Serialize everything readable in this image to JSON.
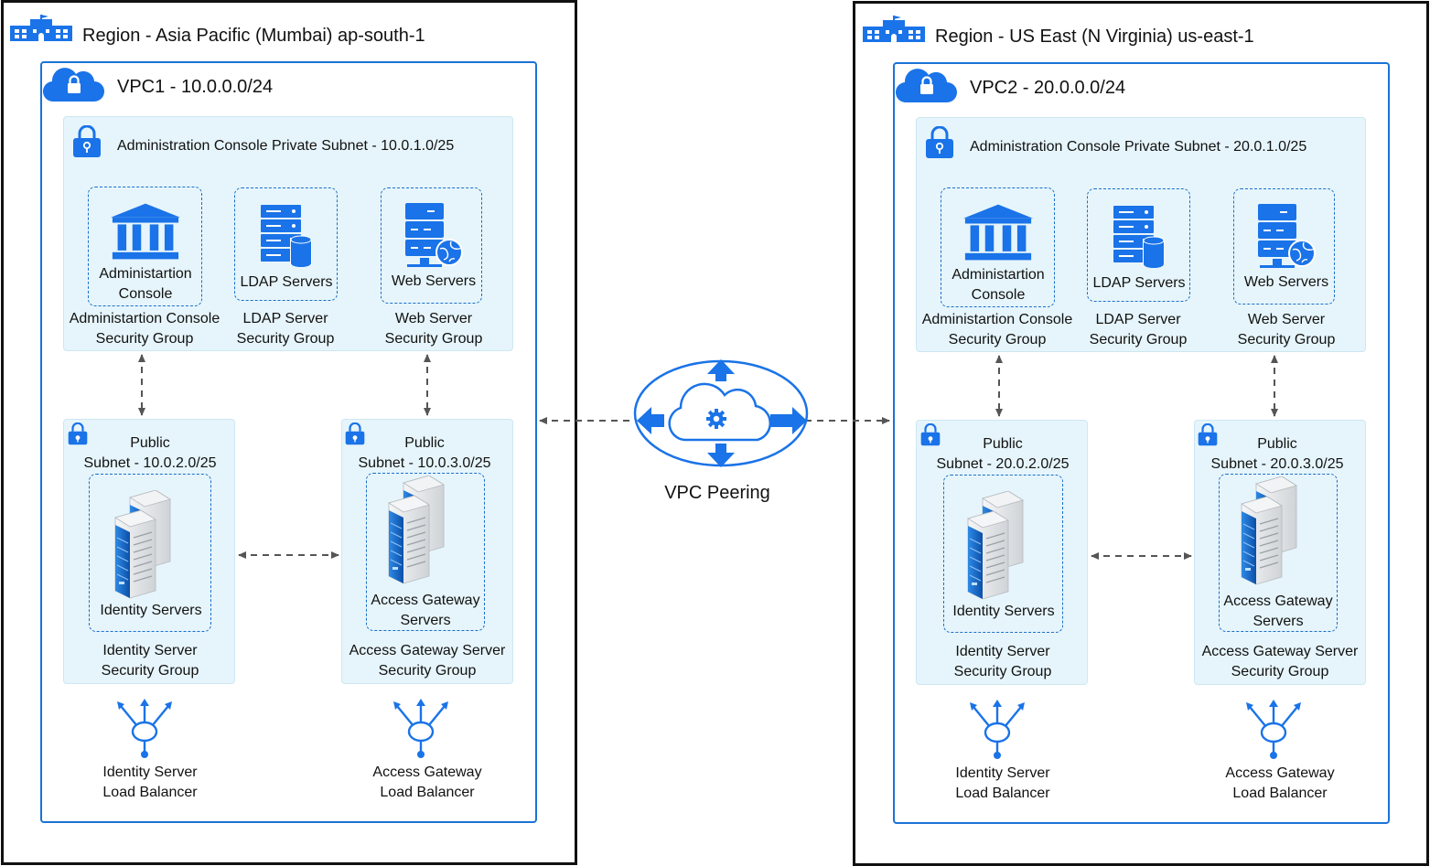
{
  "regions": [
    {
      "title": "Region - Asia Pacific (Mumbai) ap-south-1",
      "vpc": {
        "title": "VPC1 - 10.0.0.0/24",
        "private_subnet": "Administration Console Private Subnet - 10.0.1.0/25",
        "admin_console": {
          "box": [
            "Administartion",
            "Console"
          ],
          "sg": [
            "Administartion Console",
            "Security Group"
          ]
        },
        "ldap": {
          "box": "LDAP Servers",
          "sg": [
            "LDAP Server",
            "Security Group"
          ]
        },
        "web": {
          "box": "Web Servers",
          "sg": [
            "Web Server",
            "Security Group"
          ]
        },
        "public_subnet_a": [
          "Public",
          "Subnet - 10.0.2.0/25"
        ],
        "public_subnet_b": [
          "Public",
          "Subnet - 10.0.3.0/25"
        ],
        "identity": {
          "box": "Identity Servers",
          "sg": [
            "Identity Server",
            "Security Group"
          ]
        },
        "gateway": {
          "box": [
            "Access Gateway",
            "Servers"
          ],
          "sg": [
            "Access Gateway Server",
            "Security Group"
          ]
        },
        "lb_identity": [
          "Identity Server",
          "Load Balancer"
        ],
        "lb_gateway": [
          "Access Gateway",
          "Load Balancer"
        ]
      }
    },
    {
      "title": "Region - US East (N Virginia) us-east-1",
      "vpc": {
        "title": "VPC2 - 20.0.0.0/24",
        "private_subnet": "Administration Console Private Subnet - 20.0.1.0/25",
        "admin_console": {
          "box": [
            "Administartion",
            "Console"
          ],
          "sg": [
            "Administartion Console",
            "Security Group"
          ]
        },
        "ldap": {
          "box": "LDAP Servers",
          "sg": [
            "LDAP Server",
            "Security Group"
          ]
        },
        "web": {
          "box": "Web Servers",
          "sg": [
            "Web Server",
            "Security Group"
          ]
        },
        "public_subnet_a": [
          "Public",
          "Subnet - 20.0.2.0/25"
        ],
        "public_subnet_b": [
          "Public",
          "Subnet - 20.0.3.0/25"
        ],
        "identity": {
          "box": "Identity Servers",
          "sg": [
            "Identity Server",
            "Security Group"
          ]
        },
        "gateway": {
          "box": [
            "Access Gateway",
            "Servers"
          ],
          "sg": [
            "Access Gateway Server",
            "Security Group"
          ]
        },
        "lb_identity": [
          "Identity Server",
          "Load Balancer"
        ],
        "lb_gateway": [
          "Access Gateway",
          "Load Balancer"
        ]
      }
    }
  ],
  "peering": {
    "label": "VPC Peering"
  },
  "colors": {
    "accent": "#1a73e8",
    "subnet_bg": "#e6f5fb",
    "border": "#111111"
  }
}
